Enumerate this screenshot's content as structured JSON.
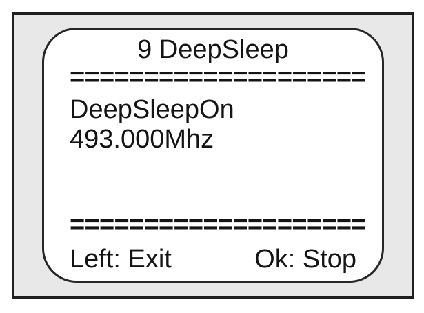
{
  "screen": {
    "title": "9 DeepSleep",
    "separator": "====================",
    "lines": [
      "DeepSleepOn",
      "493.000Mhz"
    ],
    "softkeys": {
      "left": "Left: Exit",
      "right": "Ok: Stop"
    }
  },
  "colors": {
    "frame-bg": "#e8e8e8",
    "frame-border": "#1f1f1f",
    "screen-bg": "#ffffff",
    "screen-border": "#262626",
    "text": "#141414"
  }
}
